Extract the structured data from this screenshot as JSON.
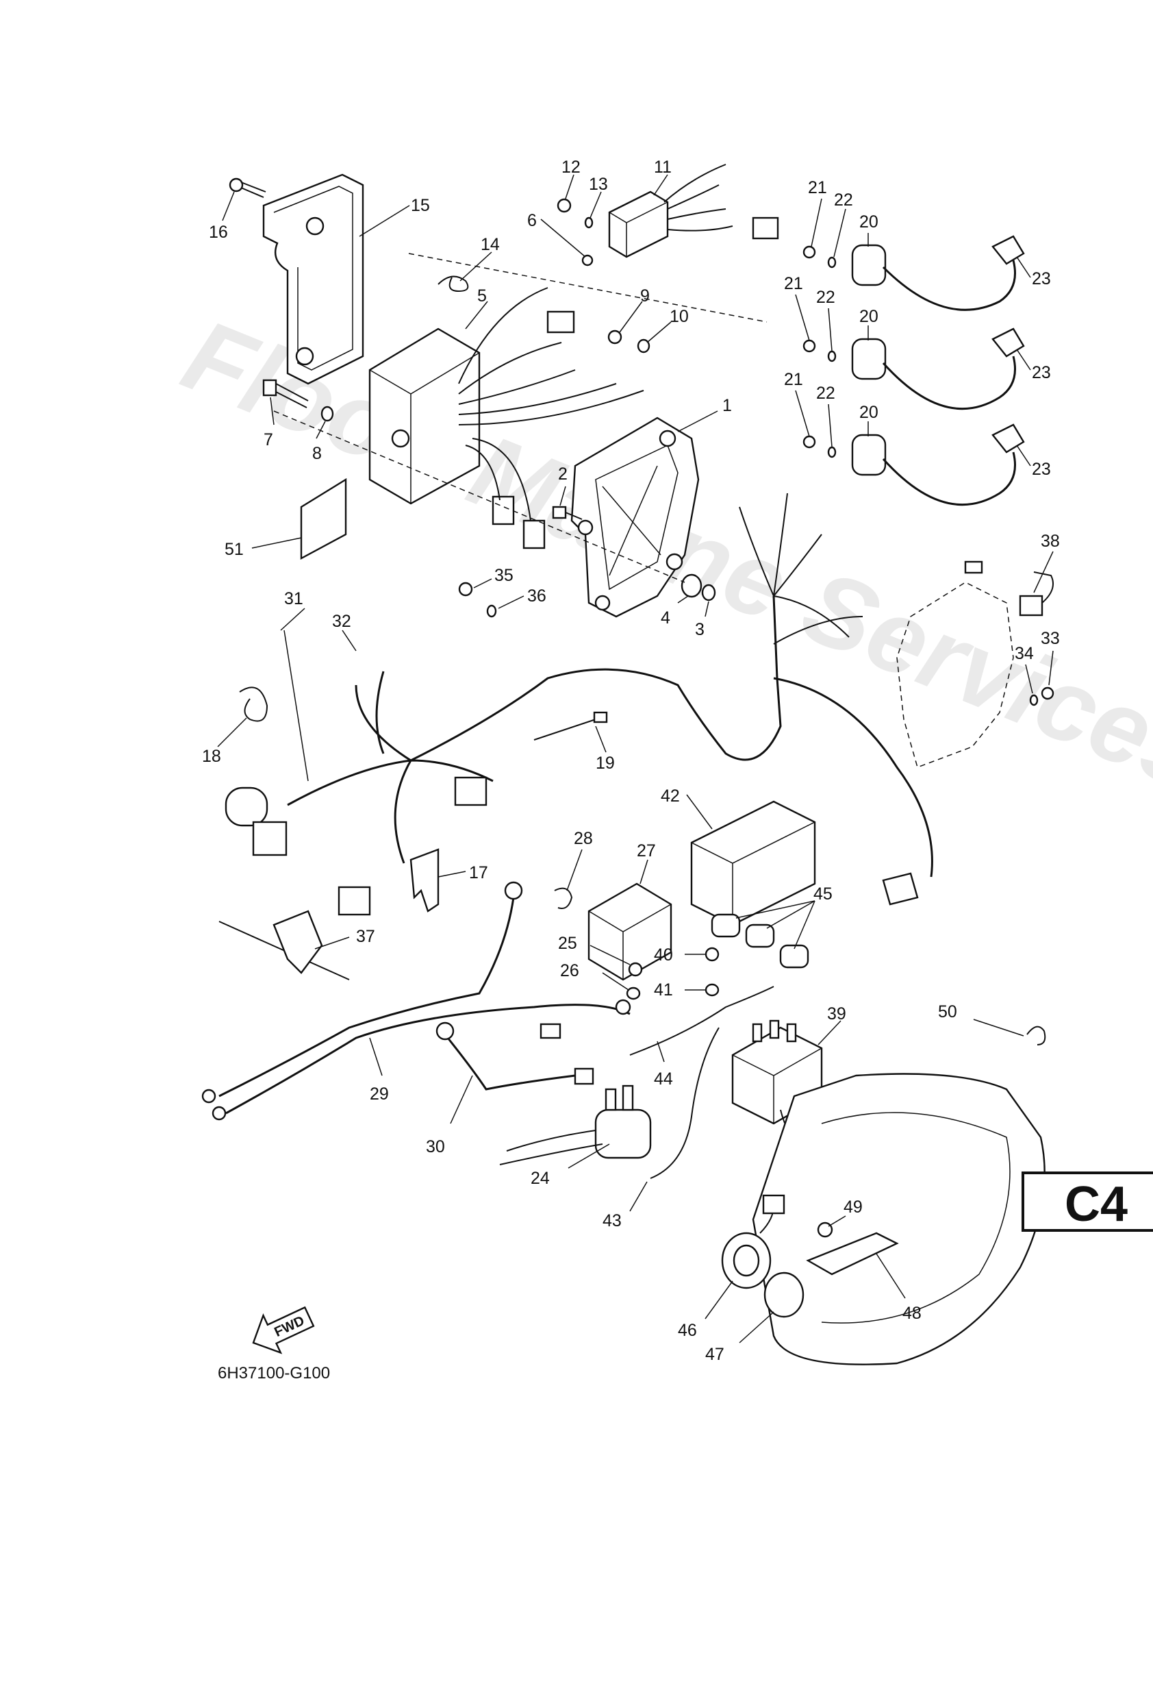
{
  "watermark": "Flood Marine Services",
  "part_code": "6H37100-G100",
  "page_code": "C4",
  "fwd_label": "FWD",
  "callouts": [
    {
      "id": "c1",
      "text": "1"
    },
    {
      "id": "c2",
      "text": "2"
    },
    {
      "id": "c3",
      "text": "3"
    },
    {
      "id": "c4",
      "text": "4"
    },
    {
      "id": "c5",
      "text": "5"
    },
    {
      "id": "c6",
      "text": "6"
    },
    {
      "id": "c7",
      "text": "7"
    },
    {
      "id": "c8",
      "text": "8"
    },
    {
      "id": "c9",
      "text": "9"
    },
    {
      "id": "c10",
      "text": "10"
    },
    {
      "id": "c11",
      "text": "11"
    },
    {
      "id": "c12",
      "text": "12"
    },
    {
      "id": "c13",
      "text": "13"
    },
    {
      "id": "c14",
      "text": "14"
    },
    {
      "id": "c15",
      "text": "15"
    },
    {
      "id": "c16",
      "text": "16"
    },
    {
      "id": "c17",
      "text": "17"
    },
    {
      "id": "c18",
      "text": "18"
    },
    {
      "id": "c19",
      "text": "19"
    },
    {
      "id": "c20a",
      "text": "20"
    },
    {
      "id": "c20b",
      "text": "20"
    },
    {
      "id": "c20c",
      "text": "20"
    },
    {
      "id": "c21a",
      "text": "21"
    },
    {
      "id": "c21b",
      "text": "21"
    },
    {
      "id": "c21c",
      "text": "21"
    },
    {
      "id": "c22a",
      "text": "22"
    },
    {
      "id": "c22b",
      "text": "22"
    },
    {
      "id": "c22c",
      "text": "22"
    },
    {
      "id": "c23a",
      "text": "23"
    },
    {
      "id": "c23b",
      "text": "23"
    },
    {
      "id": "c23c",
      "text": "23"
    },
    {
      "id": "c24",
      "text": "24"
    },
    {
      "id": "c25",
      "text": "25"
    },
    {
      "id": "c26",
      "text": "26"
    },
    {
      "id": "c27",
      "text": "27"
    },
    {
      "id": "c28",
      "text": "28"
    },
    {
      "id": "c29",
      "text": "29"
    },
    {
      "id": "c30",
      "text": "30"
    },
    {
      "id": "c31",
      "text": "31"
    },
    {
      "id": "c32",
      "text": "32"
    },
    {
      "id": "c33",
      "text": "33"
    },
    {
      "id": "c34",
      "text": "34"
    },
    {
      "id": "c35",
      "text": "35"
    },
    {
      "id": "c36",
      "text": "36"
    },
    {
      "id": "c37",
      "text": "37"
    },
    {
      "id": "c38",
      "text": "38"
    },
    {
      "id": "c39",
      "text": "39"
    },
    {
      "id": "c40",
      "text": "40"
    },
    {
      "id": "c41",
      "text": "41"
    },
    {
      "id": "c42",
      "text": "42"
    },
    {
      "id": "c43",
      "text": "43"
    },
    {
      "id": "c44",
      "text": "44"
    },
    {
      "id": "c45",
      "text": "45"
    },
    {
      "id": "c46",
      "text": "46"
    },
    {
      "id": "c47",
      "text": "47"
    },
    {
      "id": "c48",
      "text": "48"
    },
    {
      "id": "c49",
      "text": "49"
    },
    {
      "id": "c50",
      "text": "50"
    },
    {
      "id": "c51",
      "text": "51"
    }
  ]
}
